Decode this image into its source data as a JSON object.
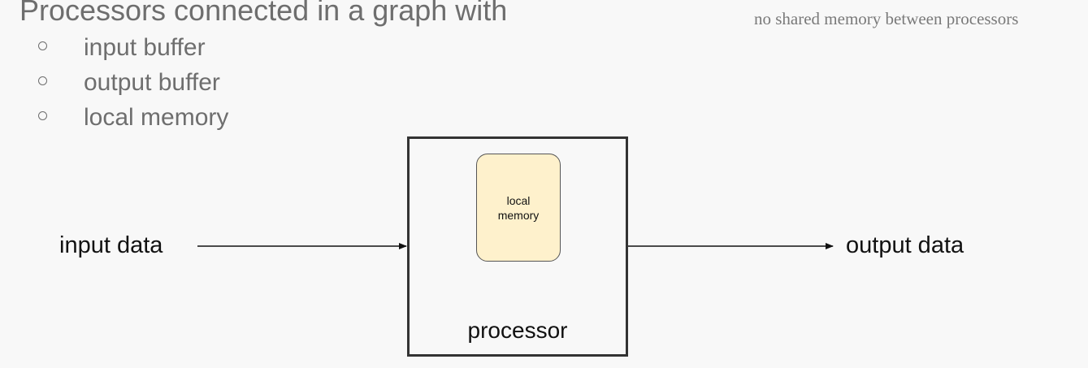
{
  "slide": {
    "title": "Processors connected in a graph with",
    "note": "no shared memory between processors",
    "bullets": [
      {
        "label": "input buffer"
      },
      {
        "label": "output buffer"
      },
      {
        "label": "local memory"
      }
    ]
  },
  "diagram": {
    "input_label": "input data",
    "output_label": "output data",
    "processor_label": "processor",
    "memory_label": "local\nmemory",
    "colors": {
      "memory_fill": "#fef1cc",
      "box_stroke": "#333333",
      "arrow": "#111111"
    }
  }
}
